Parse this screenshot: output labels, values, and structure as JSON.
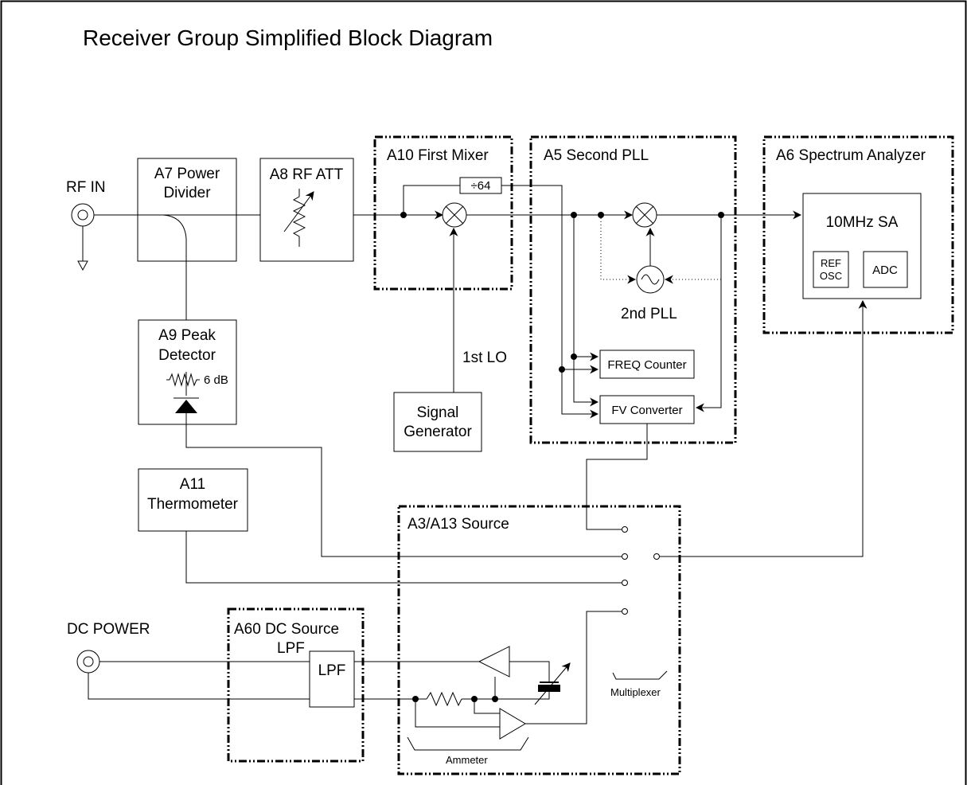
{
  "title": "Receiver Group Simplified Block Diagram",
  "ports": {
    "rf_in": "RF IN",
    "dc_power": "DC POWER"
  },
  "blocks": {
    "a7_line1": "A7 Power",
    "a7_line2": "Divider",
    "a8": "A8 RF ATT",
    "a9_line1": "A9 Peak",
    "a9_line2": "Detector",
    "a9_atten": "6 dB",
    "a11_line1": "A11",
    "a11_line2": "Thermometer",
    "siggen_line1": "Signal",
    "siggen_line2": "Generator",
    "lpf": "LPF",
    "divider": "÷64",
    "freq_counter": "FREQ Counter",
    "fv_converter": "FV Converter",
    "sa": "10MHz SA",
    "ref_osc_line1": "REF",
    "ref_osc_line2": "OSC",
    "adc": "ADC"
  },
  "groups": {
    "a10": "A10  First Mixer",
    "a5": "A5 Second PLL",
    "a6": "A6 Spectrum Analyzer",
    "a3": "A3/A13 Source",
    "a60_line1": "A60 DC Source",
    "a60_line2": "LPF"
  },
  "labels": {
    "first_lo": "1st LO",
    "second_pll": "2nd PLL",
    "multiplexer": "Multiplexer",
    "ammeter": "Ammeter"
  }
}
